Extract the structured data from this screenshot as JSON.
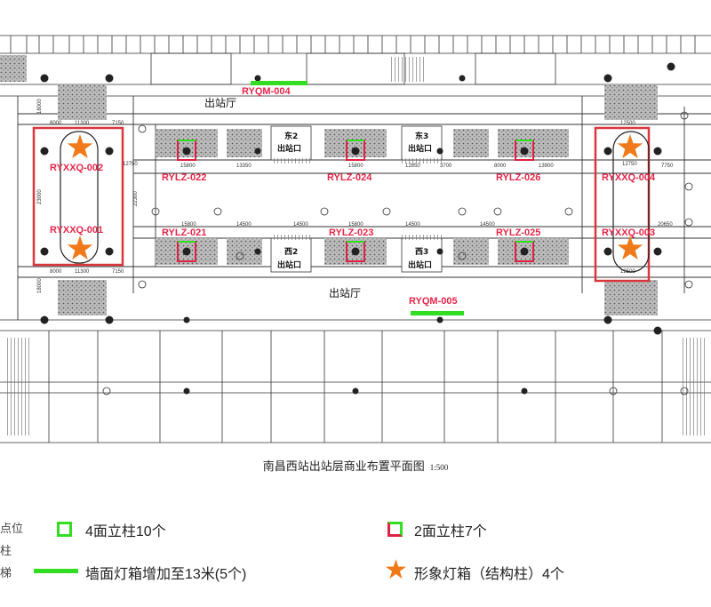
{
  "plan_labels": {
    "upper_hall": "出站厅",
    "lower_hall": "出站厅",
    "east2": "东2",
    "east3": "东3",
    "west2": "西2",
    "west3": "西3",
    "exit": "出站口"
  },
  "points": {
    "ryqm_004": "RYQM-004",
    "ryqm_005": "RYQM-005",
    "ryxxq_002": "RYXXQ-002",
    "ryxxq_001": "RYXXQ-001",
    "ryxxq_004": "RYXXQ-004",
    "ryxxq_003": "RYXXQ-003",
    "rylz_022": "RYLZ-022",
    "rylz_024": "RYLZ-024",
    "rylz_026": "RYLZ-026",
    "rylz_021": "RYLZ-021",
    "rylz_023": "RYLZ-023",
    "rylz_025": "RYLZ-025"
  },
  "dimensions": {
    "d11300": "11300",
    "d8000": "8000",
    "d7150": "7150",
    "d12750": "12750",
    "d12500": "12500",
    "d15800": "15800",
    "d13350": "13350",
    "d12850": "12850",
    "d13900": "13900",
    "d14500": "14500",
    "d20650": "20650",
    "d23000": "23000",
    "d22300": "22300",
    "d18000": "18000",
    "d3700": "3700",
    "d7750": "7750"
  },
  "caption": {
    "title": "南昌西站出站层商业布置平面图",
    "scale": "1:500"
  },
  "legend": {
    "cut_1": "点位",
    "cut_2": "柱",
    "cut_3": "梯",
    "four_side": "4面立柱10个",
    "two_side": "2面立柱7个",
    "wall_box": "墙面灯箱增加至13米(5个)",
    "image_box": "形象灯箱（结构柱）4个"
  },
  "colors": {
    "point_label": "#e8264a",
    "green": "#33dd22",
    "star": "#f07a1a",
    "frame": "#d9363e"
  }
}
